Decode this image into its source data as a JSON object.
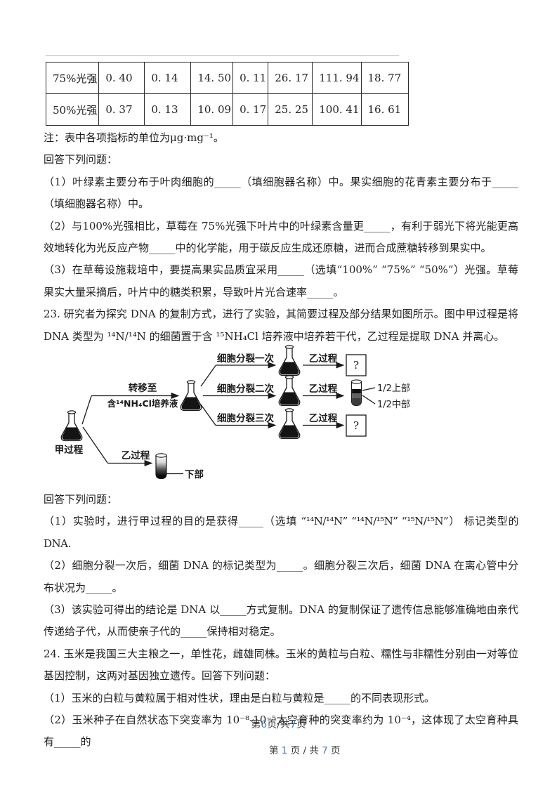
{
  "doc": {
    "table": {
      "rows": [
        {
          "label": "75%光强",
          "values": [
            "0. 40",
            "0. 14",
            "14. 50",
            "0. 11",
            "26. 17",
            "111. 94",
            "18. 77"
          ]
        },
        {
          "label": "50%光强",
          "values": [
            "0. 37",
            "0. 13",
            "10. 09",
            "0. 17",
            "25. 25",
            "100. 41",
            "16. 61"
          ]
        }
      ]
    },
    "q22": {
      "note": "注：表中各项指标的单位为μg·mg⁻¹。",
      "prompt": "回答下列问题：",
      "q1": "（1）叶绿素主要分布于叶肉细胞的_____（填细胞器名称）中。果实细胞的花青素主要分布于_____（填细胞器名称）中。",
      "q2": "（2）与100%光强相比，草莓在 75%光强下叶片中的叶绿素含量更_____，有利于弱光下将光能更高效地转化为光反应产物_____中的化学能，用于碳反应生成还原糖，进而合成蔗糖转移到果实中。",
      "q3": "（3）在草莓设施栽培中，要提高果实品质宜采用_____（选填“100%” “75%” “50%”）光强。草莓果实大量采摘后，叶片中的糖类积累，导致叶片光合速率_____。"
    },
    "q23": {
      "intro": "23. 研究者为探究 DNA 的复制方式，进行了实验，其简要过程及部分结果如图所示。图中甲过程是将 DNA 类型为 ¹⁴N/¹⁴N 的细菌置于含 ¹⁵NH₄Cl 培养液中培养若干代，乙过程是提取 DNA 并离心。",
      "prompt": "回答下列问题：",
      "q1": "（1）实验时，进行甲过程的目的是获得_____（选填 “¹⁴N/¹⁴N” “¹⁴N/¹⁵N” “¹⁵N/¹⁵N”） 标记类型的 DNA.",
      "q2": "（2）细胞分裂一次后，细菌 DNA 的标记类型为_____。细胞分裂三次后，细菌 DNA 在离心管中分布状况为_____。",
      "q3": "（3）该实验可得出的结论是 DNA 以_____方式复制。DNA 的复制保证了遗传信息能够准确地由亲代传递给子代，从而使亲子代的_____保持相对稳定。"
    },
    "diagram": {
      "jia": "甲过程",
      "transfer": "转移至",
      "medium": "含¹⁴NH₄Cl培养液",
      "divide1": "细胞分裂一次",
      "divide2": "细胞分裂二次",
      "divide3": "细胞分裂三次",
      "yi": "乙过程",
      "q_mark": "?",
      "upper_half": "1/2上部",
      "middle_half": "1/2中部",
      "bottom": "下部"
    },
    "q24": {
      "intro": "24. 玉米是我国三大主粮之一，单性花，雌雄同株。玉米的黄粒与白粒、糯性与非糯性分别由一对等位基因控制，这两对基因独立遗传。回答下列问题：",
      "q1": "（1）玉米的白粒与黄粒属于相对性状，理由是白粒与黄粒是_____的不同表现形式。",
      "q2": "（2）玉米种子在自然状态下突变率为 10⁻⁸-10⁻⁵太空育种的突变率约为 10⁻⁴，这体现了太空育种具有_____的"
    },
    "footer": {
      "line1": {
        "p1": "第",
        "num": "6",
        "p2": "页/共",
        "total": "7",
        "p3": "页"
      },
      "line2": {
        "p1": "第 ",
        "num": "1",
        "p2": " 页 / 共 ",
        "total": "7",
        "p3": " 页"
      }
    },
    "colors": {
      "number_blue": "#4f7cae",
      "ink": "#1f1f1f"
    }
  }
}
